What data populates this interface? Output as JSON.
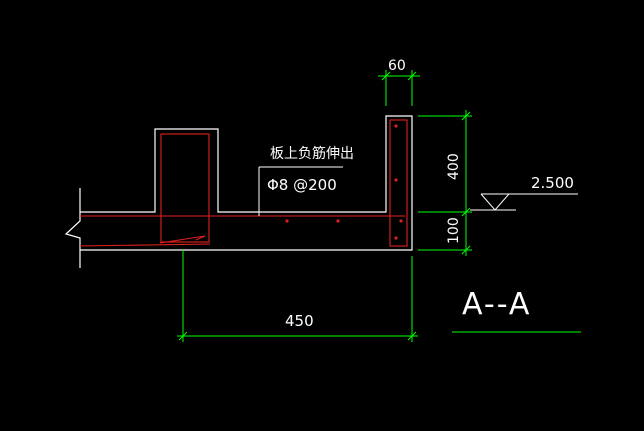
{
  "drawing": {
    "note_label": "板上负筋伸出",
    "rebar_spec": "Φ8 @200",
    "dim_top": "60",
    "dim_upper_right": "400",
    "dim_lower_right": "100",
    "dim_bottom": "450",
    "elevation": "2.500",
    "section_label": "A--A",
    "colors": {
      "background": "#000000",
      "outline": "#ffffff",
      "rebar": "#e02020",
      "dimension": "#00ff00",
      "text": "#ffffff"
    }
  }
}
